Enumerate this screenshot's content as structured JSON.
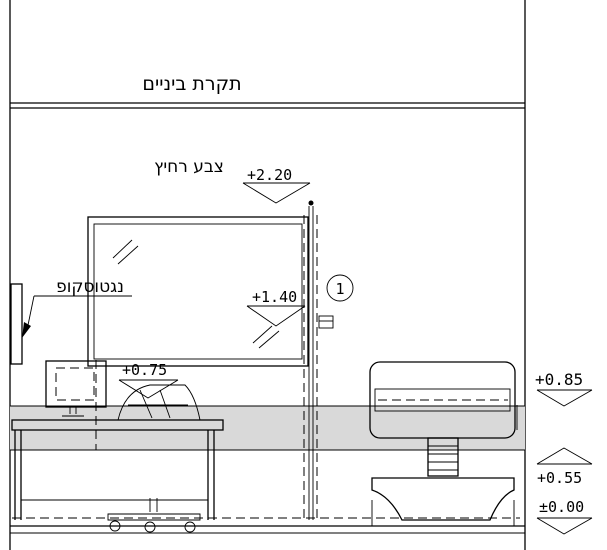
{
  "labels": {
    "ceiling": "תקרת ביניים",
    "washable_paint": "צבע רחיץ",
    "negatoscope": "נגטוסקופ",
    "detail_number": "1"
  },
  "levels": {
    "top_paint": "+2.20",
    "board_bottom": "+1.40",
    "desk_top": "+0.75",
    "cabinet_top": "+0.85",
    "cabinet_seat": "+0.55",
    "floor": "±0.00"
  },
  "colors": {
    "line": "#000000",
    "band": "#d9d9d9",
    "background": "#ffffff"
  }
}
